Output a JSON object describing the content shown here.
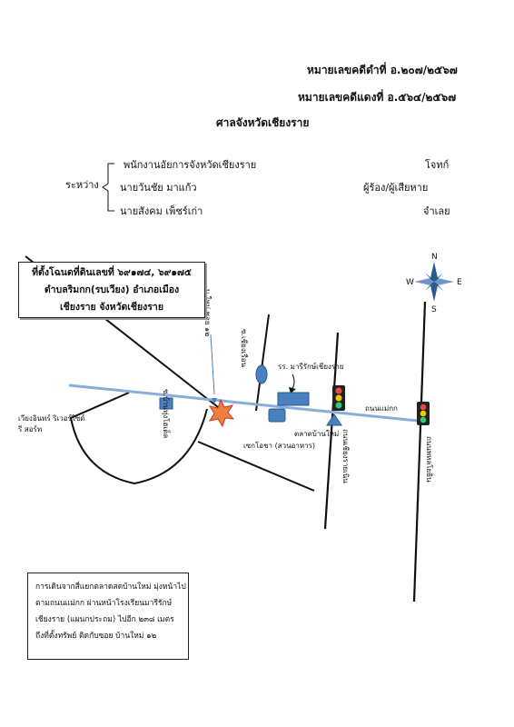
{
  "header": {
    "black_case": "หมายเลขคดีดำที่ อ.๒๐๗/๒๕๖๗",
    "red_case": "หมายเลขคดีแดงที่ อ.๕๖๔/๒๕๖๗",
    "court": "ศาลจังหวัดเชียงราย"
  },
  "parties": {
    "between_label": "ระหว่าง",
    "rows": [
      {
        "name": "พนักงานอัยการจังหวัดเชียงราย",
        "role": "โจทก์"
      },
      {
        "name": "นายวันชัย  มาแก้ว",
        "role": "ผู้ร้อง/ผู้เสียหาย"
      },
      {
        "name": "นายสังคม  เพ็ชร์เก่า",
        "role": "จำเลย"
      }
    ]
  },
  "location_box": {
    "line1": "ที่ตั้งโฉนดที่ดินเลขที่ ๖๙๑๗๔, ๖๙๑๗๕",
    "line2": "ตำบลริมกก(รบเวียง) อำเภอเมือง",
    "line3": "เชียงราย จังหวัดเชียงราย"
  },
  "compass": {
    "n": "N",
    "s": "S",
    "w": "W",
    "e": "E"
  },
  "map_labels": {
    "soi_12": "บ.ใหม่ ซอย ๑๒",
    "soi_bangsaen": "ซ.บ้านทุ่งโฮเต็ล",
    "soi_tempnak": "ซ.เชียงเรือน",
    "school": "รร. มารีรักษ์เชียงราย",
    "road_maekok": "ถนนแม่กก",
    "market": "ตลาดบ้านใหม่",
    "seksi": "เซกโอชา (สวนอาหาร)",
    "road_vertical_mid": "ถนนเชียงรายเนิน",
    "road_vertical_right": "ถนนพหลโยธิน",
    "resort": "เวียงอินทร์ ริเวอร์ไซด์ รี สอร์ท"
  },
  "directions": {
    "lines": [
      "การเดินจากสี่แยกตลาดสดบ้านใหม่ มุ่งหน้าไป",
      "ตามถนนแม่กก ผ่านหน้าโรงเรียนมารีรักษ์",
      "เชียงราย (แผนกประถม) ไปอีก ๒๓๘ เมตร",
      "ถึงที่ตั้งทรัพย์ ติดกับซอย บ้านใหม่ ๑๒"
    ]
  },
  "colors": {
    "road_main": "#8aaed8",
    "marker_fill": "#4a7fc0",
    "marker_stroke": "#2d5a8e",
    "star_fill": "#f08040",
    "star_stroke": "#c0392b"
  }
}
